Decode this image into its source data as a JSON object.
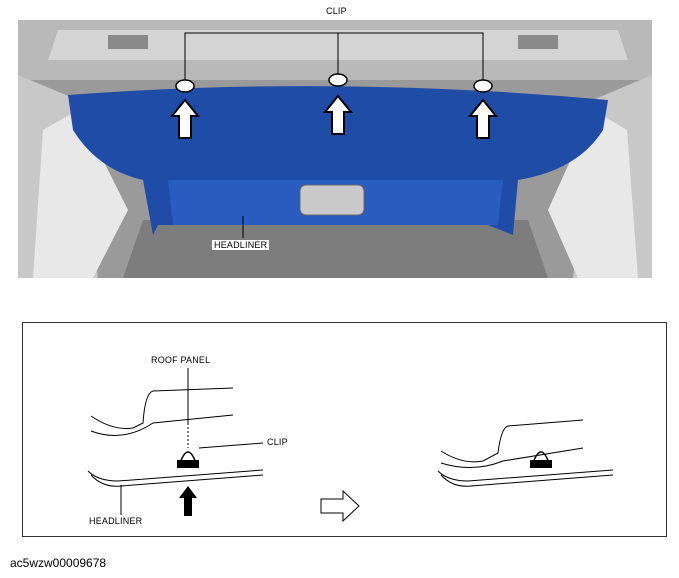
{
  "photo": {
    "clip_label": "CLIP",
    "headliner_label": "HEADLINER",
    "headliner_color": "#1E4CA6"
  },
  "detail": {
    "roof_panel_label": "ROOF PANEL",
    "clip_label": "CLIP",
    "headliner_label": "HEADLINER"
  },
  "caption": "ac5wzw00009678"
}
